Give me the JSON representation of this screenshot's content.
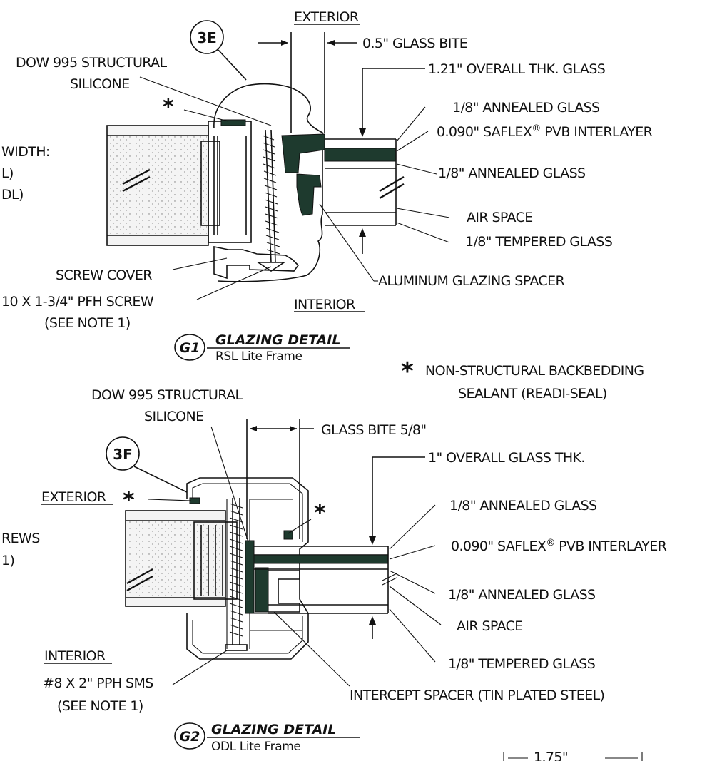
{
  "detail_g1": {
    "bubble": "3E",
    "tag": "G1",
    "title": "GLAZING DETAIL",
    "subtitle": "RSL Lite Frame",
    "exterior": "EXTERIOR",
    "interior": "INTERIOR",
    "glass_bite": "0.5\" GLASS BITE",
    "overall": "1.21\" OVERALL THK. GLASS",
    "silicone_1": "DOW 995 STRUCTURAL",
    "silicone_2": "SILICONE",
    "layer_1": "1/8\" ANNEALED GLASS",
    "layer_2": "0.090\" SAFLEX",
    "layer_2_reg": "®",
    "layer_2_end": " PVB INTERLAYER",
    "layer_3": "1/8\" ANNEALED GLASS",
    "layer_4": "AIR SPACE",
    "layer_5": "1/8\" TEMPERED GLASS",
    "spacer": "ALUMINUM GLAZING SPACER",
    "screw_cover": "SCREW COVER",
    "screw_1": "10 X 1-3/4\" PFH SCREW",
    "screw_2": "(SEE NOTE 1)",
    "edge_1": "WIDTH:",
    "edge_2": "L)",
    "edge_3": "DL)",
    "asterisk": "*"
  },
  "note": {
    "asterisk": "*",
    "line_1": "NON-STRUCTURAL BACKBEDDING",
    "line_2": "SEALANT (READI-SEAL)"
  },
  "detail_g2": {
    "bubble": "3F",
    "tag": "G2",
    "title": "GLAZING DETAIL",
    "subtitle": "ODL Lite Frame",
    "exterior": "EXTERIOR",
    "interior": "INTERIOR",
    "glass_bite": "GLASS BITE 5/8\"",
    "overall": "1\" OVERALL GLASS THK.",
    "silicone_1": "DOW 995 STRUCTURAL",
    "silicone_2": "SILICONE",
    "layer_1": "1/8\" ANNEALED GLASS",
    "layer_2": "0.090\" SAFLEX",
    "layer_2_reg": "®",
    "layer_2_end": " PVB INTERLAYER",
    "layer_3": "1/8\" ANNEALED GLASS",
    "layer_4": "AIR SPACE",
    "layer_5": "1/8\" TEMPERED GLASS",
    "spacer": "INTERCEPT SPACER (TIN PLATED STEEL)",
    "screw_1": "#8 X 2\" PPH SMS",
    "screw_2": "(SEE NOTE 1)",
    "edge_1": "REWS",
    "edge_2": "1)",
    "asterisk": "*"
  },
  "footer_dim": "1.75\""
}
